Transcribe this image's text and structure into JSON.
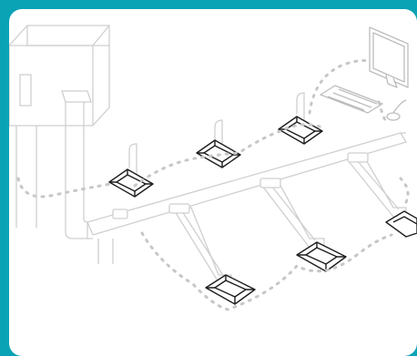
{
  "diagram": {
    "colors": {
      "frame": "#0aa3b6",
      "panel": "#ffffff",
      "duct_outline": "#cfcfcf",
      "dotted_path": "#c7c7c7",
      "diffuser": "#1e1e1e"
    },
    "nodes": [
      {
        "id": "air-handling-unit",
        "icon": "air-handler-icon"
      },
      {
        "id": "main-duct",
        "icon": "duct-icon"
      },
      {
        "id": "branch-ducts",
        "icon": "duct-branch-icon"
      },
      {
        "id": "ceiling-diffusers",
        "icon": "diffuser-icon",
        "count": 6
      },
      {
        "id": "computer-workstation",
        "icon": "computer-icon"
      }
    ]
  }
}
